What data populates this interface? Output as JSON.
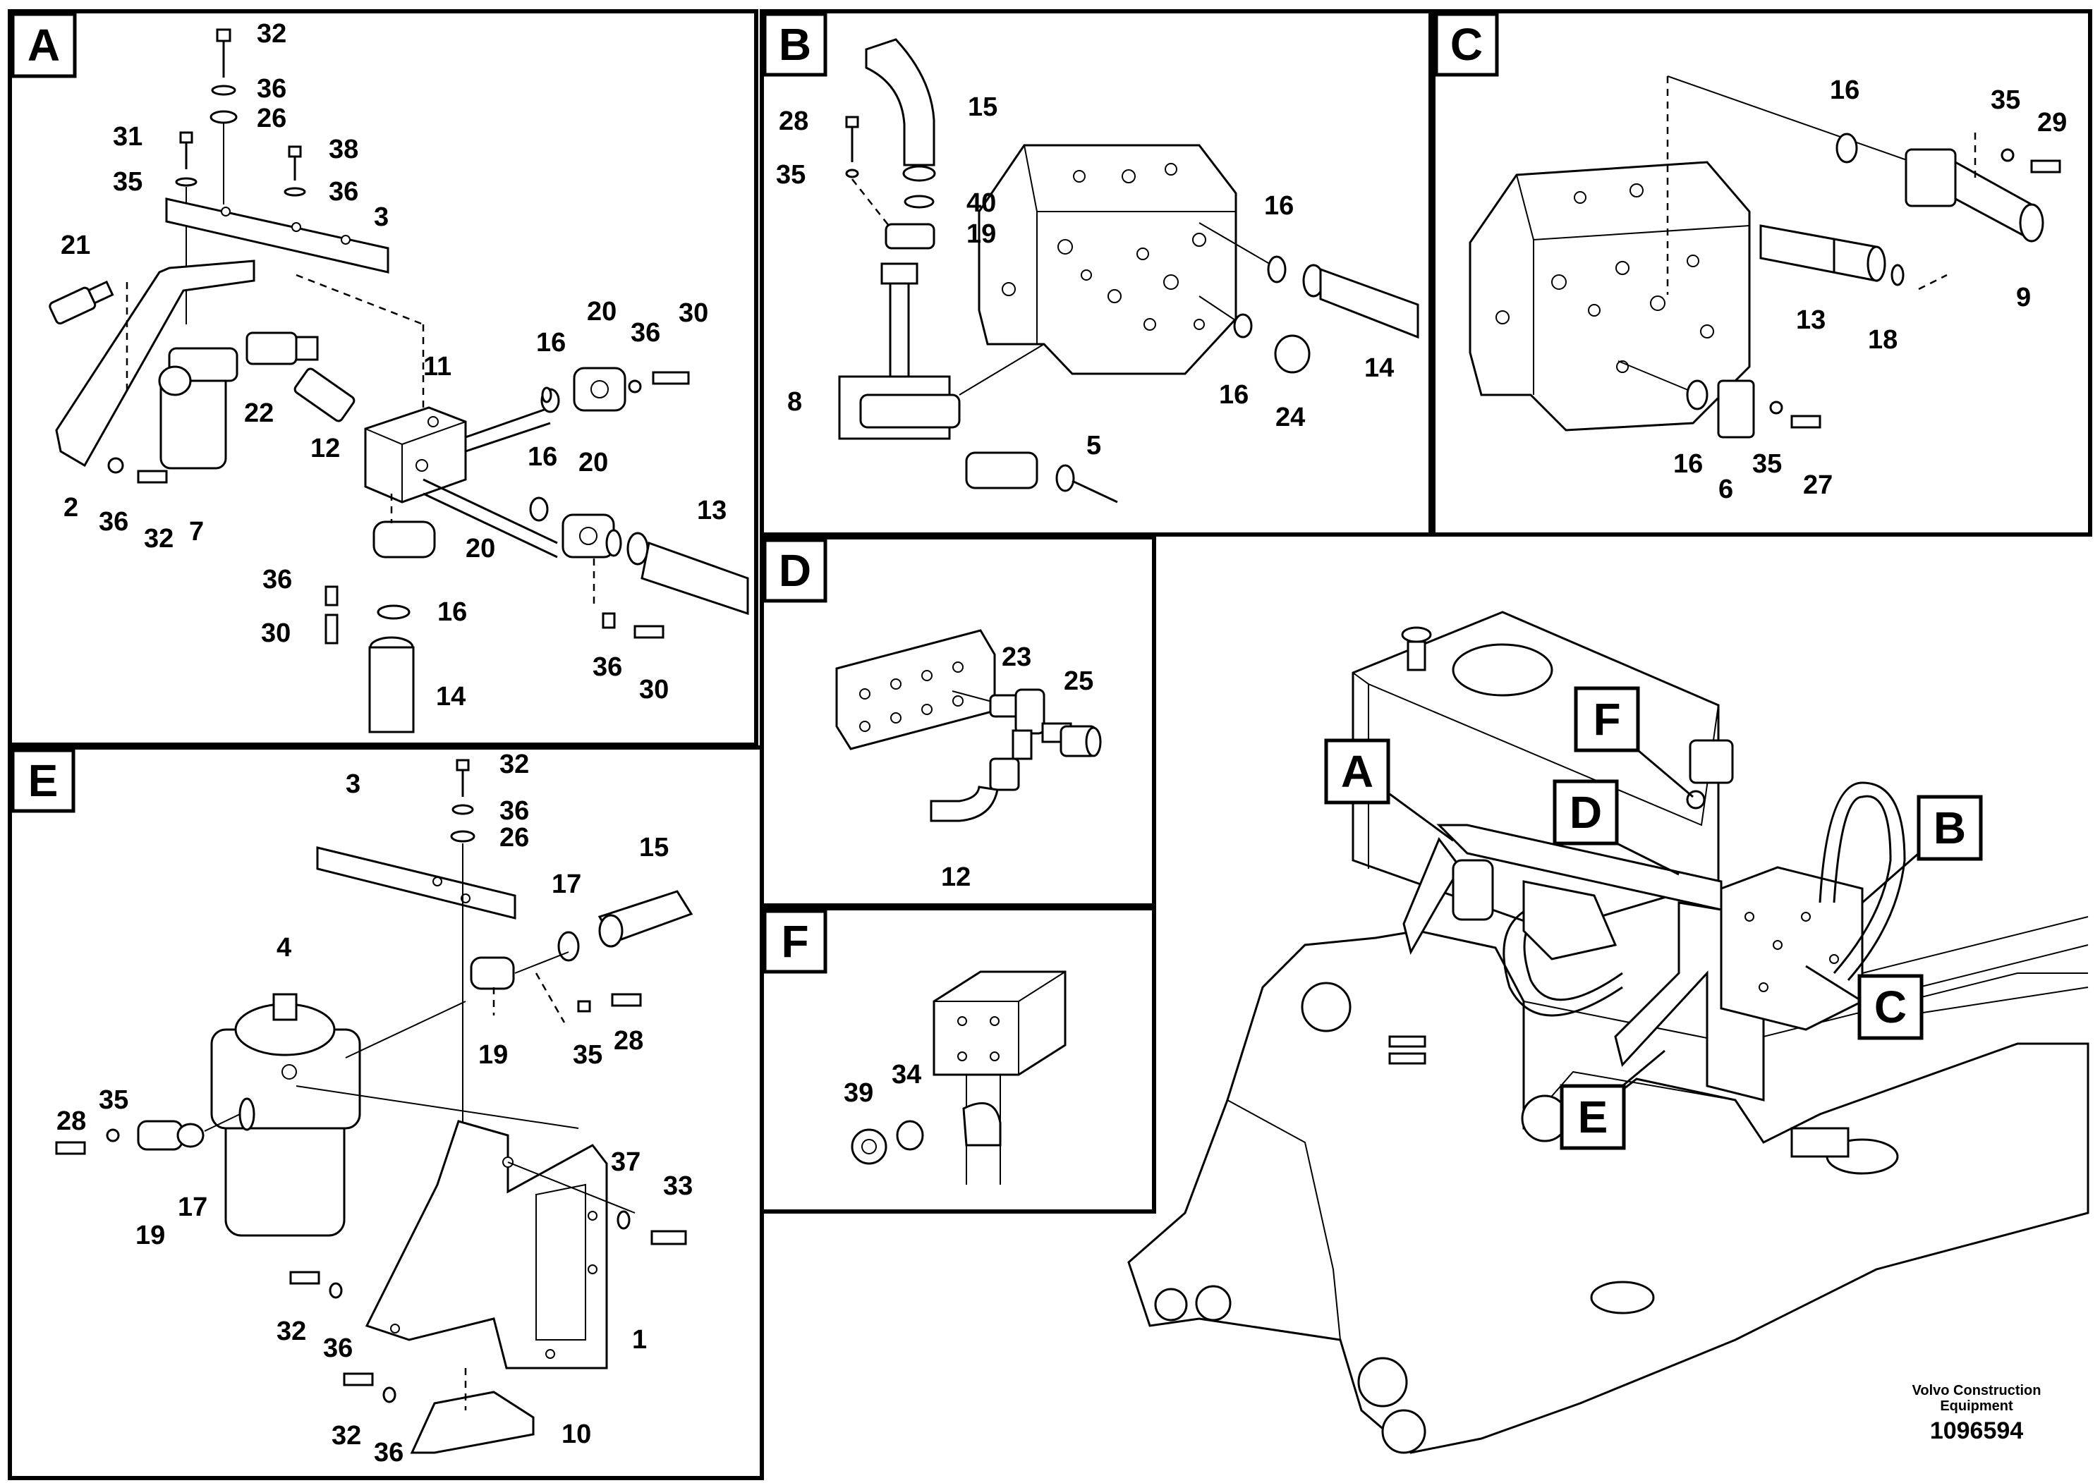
{
  "panels": {
    "A": {
      "letter": "A",
      "labels": [
        "32",
        "36",
        "26",
        "31",
        "38",
        "35",
        "36",
        "3",
        "21",
        "11",
        "16",
        "20",
        "36",
        "30",
        "22",
        "12",
        "16",
        "20",
        "13",
        "2",
        "36",
        "32",
        "7",
        "20",
        "36",
        "16",
        "30",
        "36",
        "30",
        "14"
      ]
    },
    "B": {
      "letter": "B",
      "labels": [
        "15",
        "28",
        "35",
        "40",
        "19",
        "16",
        "8",
        "5",
        "16",
        "14",
        "24"
      ]
    },
    "C": {
      "letter": "C",
      "labels": [
        "16",
        "35",
        "29",
        "13",
        "18",
        "9",
        "16",
        "6",
        "35",
        "27"
      ]
    },
    "D": {
      "letter": "D",
      "labels": [
        "23",
        "25",
        "12"
      ]
    },
    "E": {
      "letter": "E",
      "labels": [
        "32",
        "3",
        "36",
        "26",
        "15",
        "17",
        "4",
        "19",
        "35",
        "28",
        "28",
        "35",
        "37",
        "33",
        "19",
        "17",
        "32",
        "36",
        "1",
        "32",
        "36",
        "10"
      ]
    },
    "F": {
      "letter": "F",
      "labels": [
        "39",
        "34"
      ]
    },
    "overview": {
      "callouts": [
        "A",
        "F",
        "D",
        "B",
        "C",
        "E"
      ]
    }
  },
  "footer": {
    "company_line1": "Volvo Construction",
    "company_line2": "Equipment",
    "drawing_number": "1096594"
  }
}
